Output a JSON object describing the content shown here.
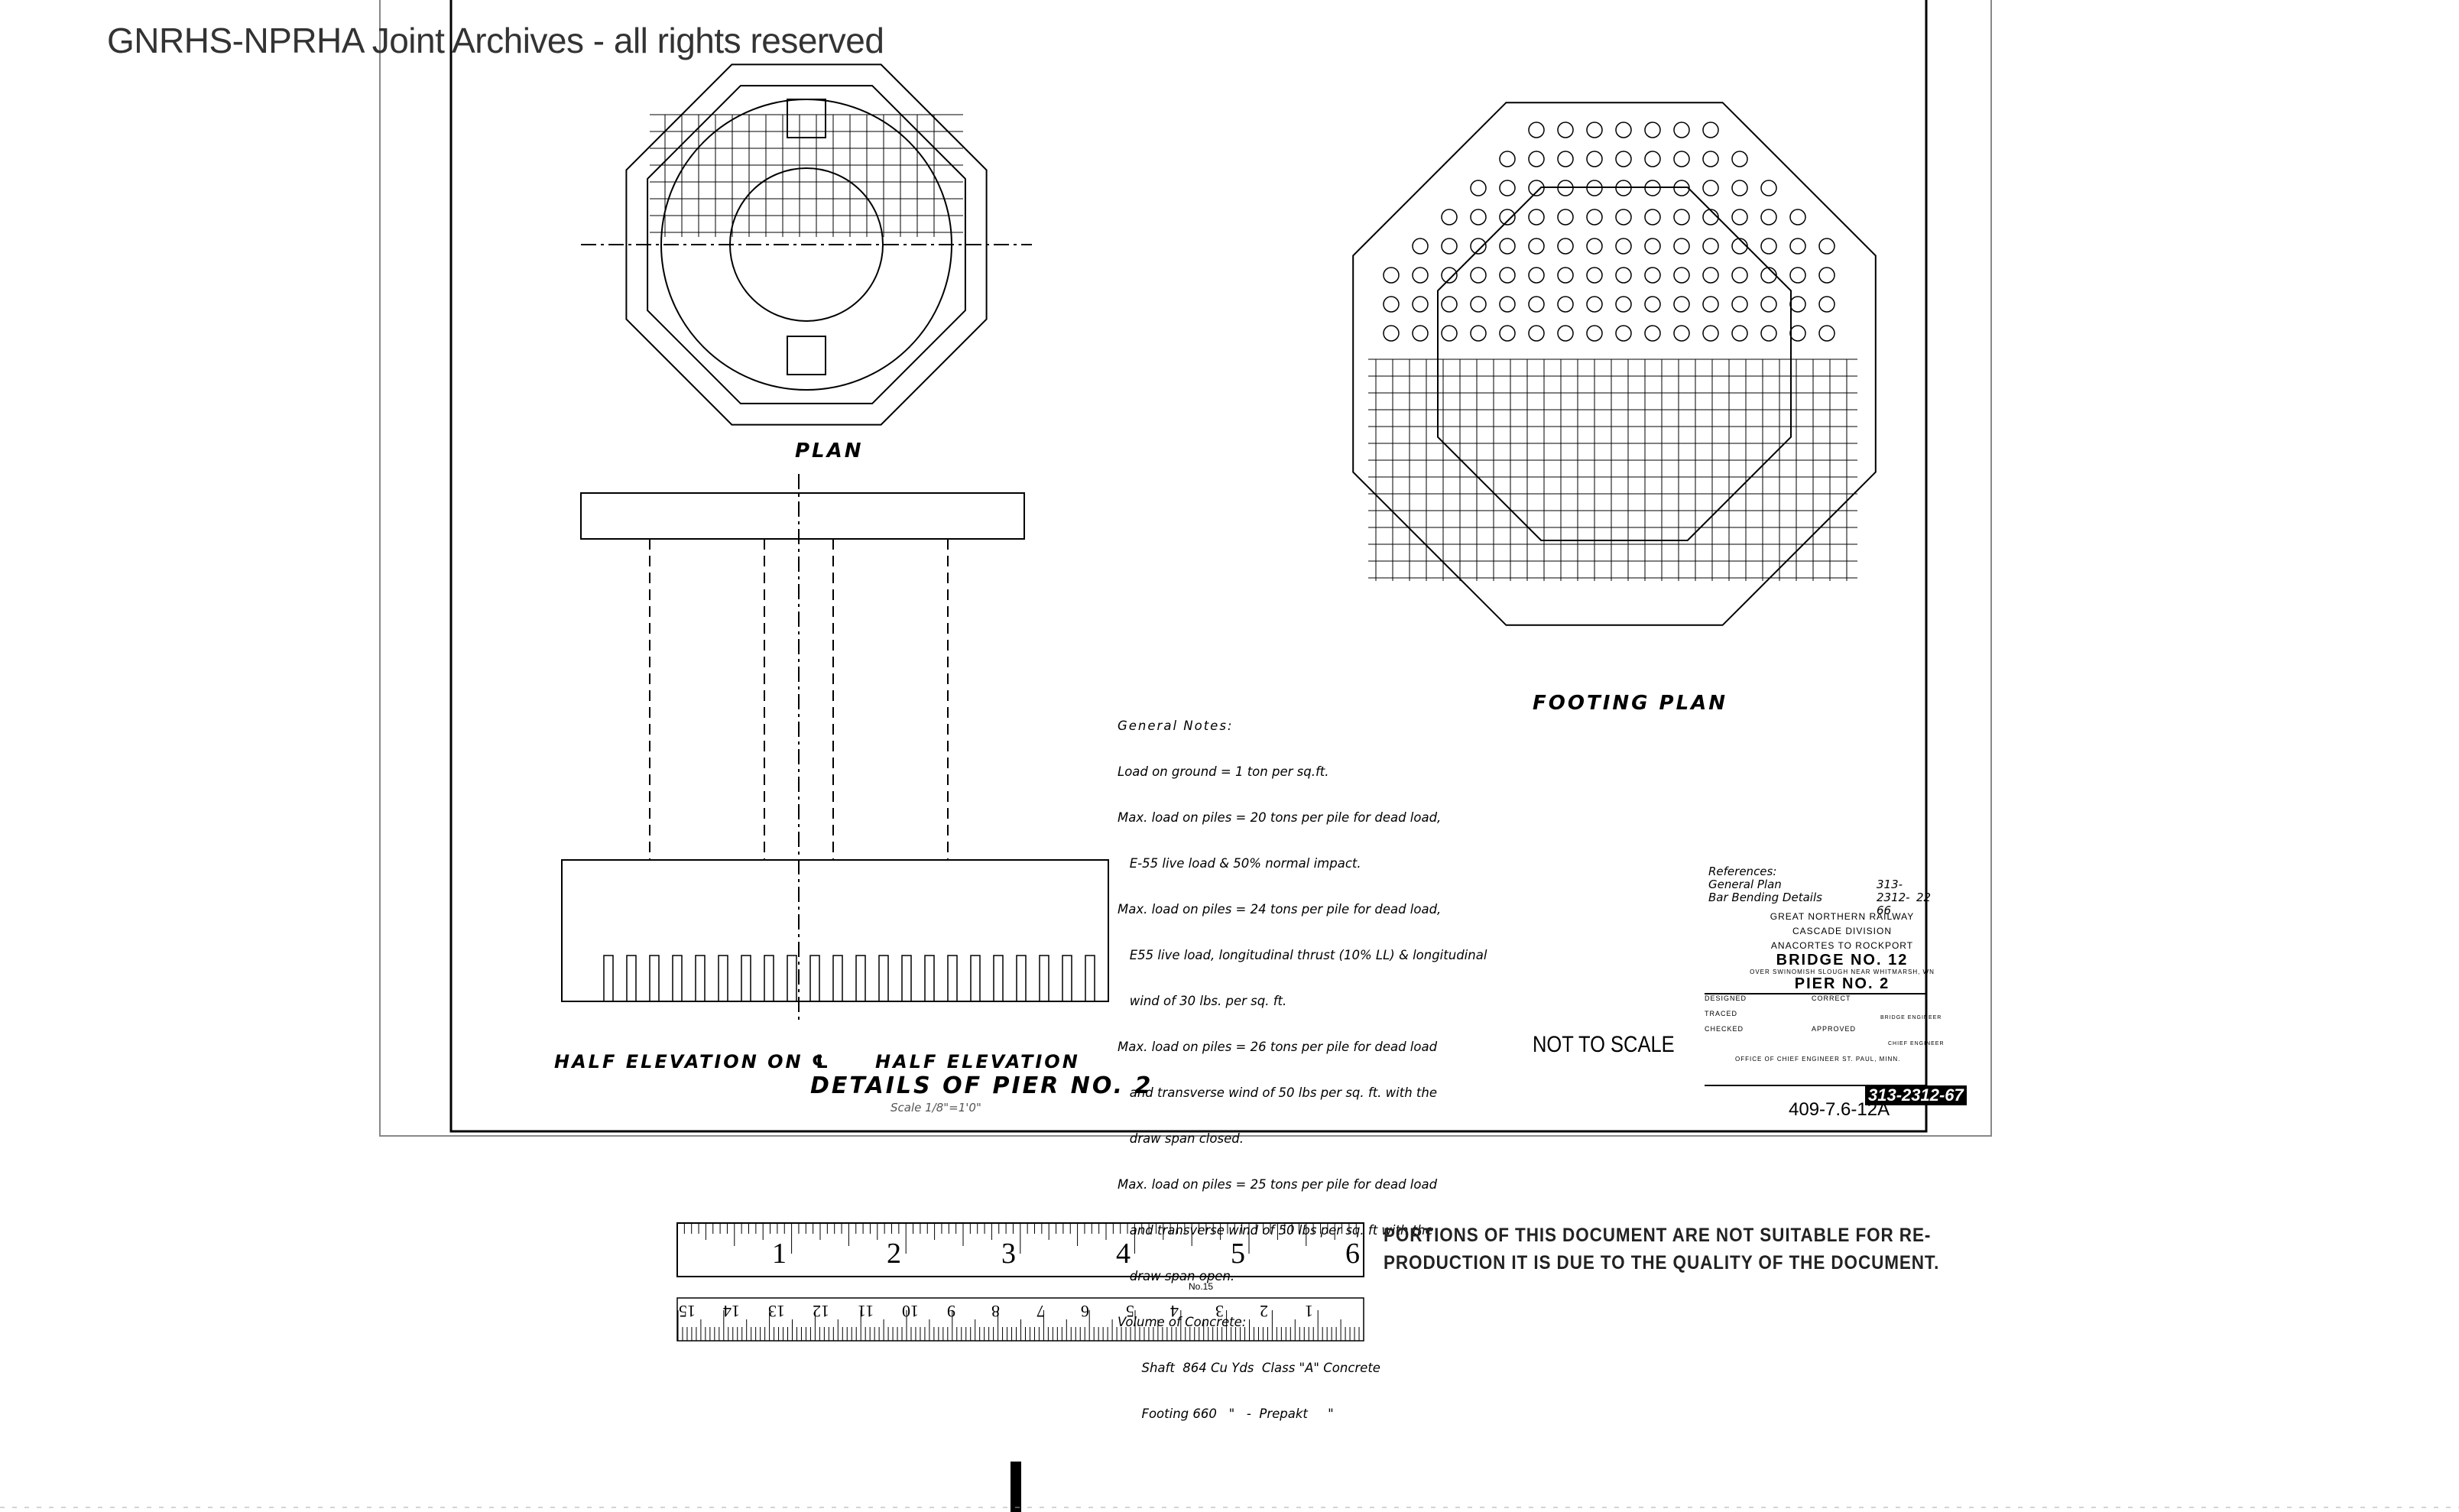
{
  "watermark": "GNRHS-NPRHA Joint Archives - all rights reserved",
  "views": {
    "plan": "PLAN",
    "footing_plan": "FOOTING PLAN",
    "half_elevation_cl": "HALF ELEVATION ON ℄",
    "half_elevation": "HALF ELEVATION",
    "details_title": "DETAILS OF PIER NO. 2",
    "scale": "Scale 1/8\"=1'0\""
  },
  "general_notes": {
    "heading": "General Notes:",
    "lines": [
      "Load on ground = 1 ton per sq.ft.",
      "Max. load on piles = 20 tons per pile for dead load,",
      "   E-55 live load & 50% normal impact.",
      "Max. load on piles = 24 tons per pile for dead load,",
      "   E55 live load, longitudinal thrust (10% LL) & longitudinal",
      "   wind of 30 lbs. per sq. ft.",
      "Max. load on piles = 26 tons per pile for dead load",
      "   and transverse wind of 50 lbs per sq. ft. with the",
      "   draw span closed.",
      "Max. load on piles = 25 tons per pile for dead load",
      "   and transverse wind of 50 lbs per sq. ft with the",
      "   draw span open.",
      "Volume of Concrete:",
      "      Shaft  864 Cu Yds  Class \"A\" Concrete",
      "      Footing 660   \"   -  Prepakt     \""
    ]
  },
  "references": {
    "heading": "References:",
    "items": [
      {
        "label": "General Plan",
        "value": "313-2312-66"
      },
      {
        "label": "Bar Bending Details",
        "value": "22"
      }
    ]
  },
  "title_block": {
    "railway": "GREAT NORTHERN RAILWAY",
    "division": "CASCADE DIVISION",
    "line": "ANACORTES TO ROCKPORT",
    "bridge": "BRIDGE NO. 12",
    "location": "OVER SWINOMISH SLOUGH NEAR WHITMARSH, WN",
    "pier": "PIER NO. 2",
    "designed": "DESIGNED",
    "traced": "TRACED",
    "checked": "CHECKED",
    "correct": "CORRECT",
    "approved": "APPROVED",
    "bridge_engineer": "BRIDGE ENGINEER",
    "chief_engineer": "CHIEF ENGINEER",
    "office": "OFFICE OF CHIEF ENGINEER  ST. PAUL, MINN.",
    "drawing_number": "313-2312-67"
  },
  "not_to_scale": "NOT TO SCALE",
  "archive_number": "409-7.6-12A",
  "notice": [
    "PORTIONS OF THIS DOCUMENT ARE NOT SUITABLE FOR RE-",
    "PRODUCTION IT IS DUE TO THE QUALITY OF THE DOCUMENT."
  ],
  "ruler": {
    "inch_labels": [
      "1",
      "2",
      "3",
      "4",
      "5",
      "6"
    ],
    "cm_labels": [
      "1",
      "2",
      "3",
      "4",
      "5",
      "6",
      "7",
      "8",
      "9",
      "10",
      "11",
      "12",
      "13",
      "14",
      "15"
    ],
    "model": "No.15"
  }
}
